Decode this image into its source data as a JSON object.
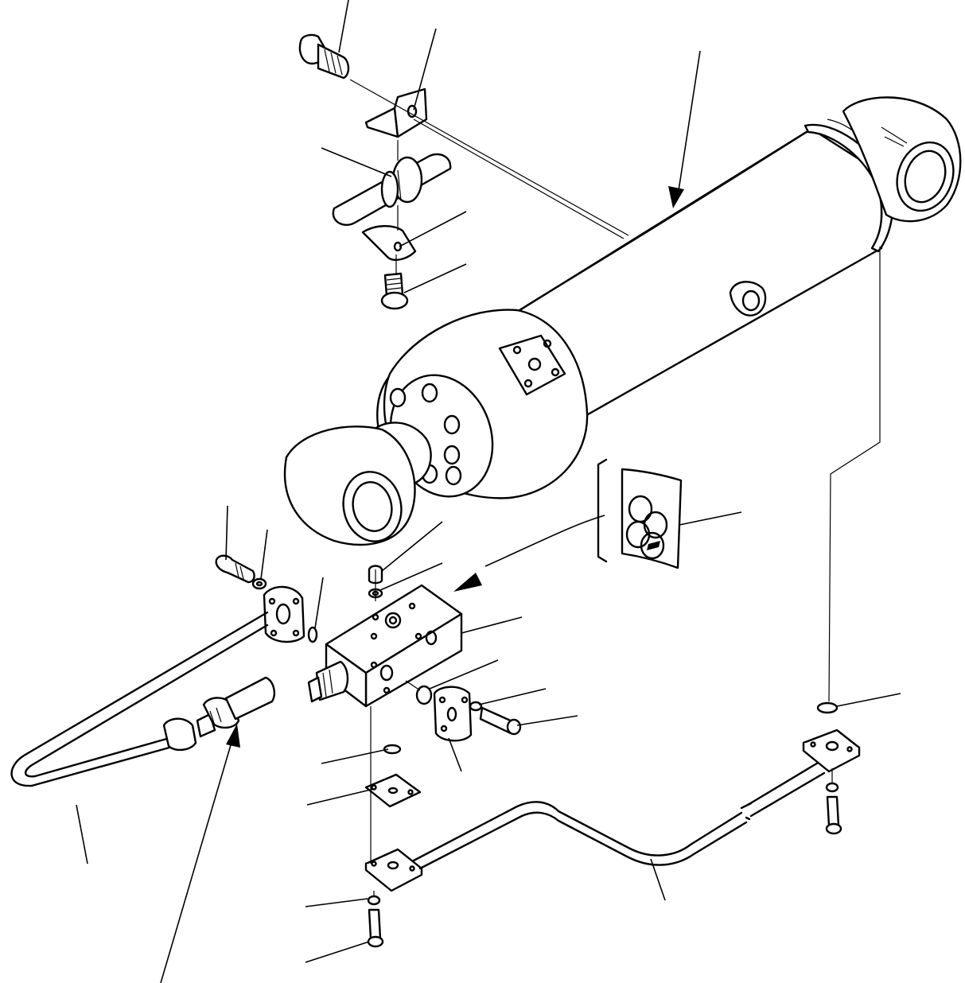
{
  "drawing": {
    "background": "#ffffff",
    "line_color": "#000000",
    "leader_lines": 27,
    "arrows": 3,
    "components": [
      "hydraulic-cylinder",
      "safety-valve-block",
      "mounting-bracket",
      "hose-clamp",
      "tube-return-loop",
      "tube-long",
      "hose-fitting",
      "seal-kit",
      "flange-halves",
      "bolts",
      "washers",
      "o-rings"
    ]
  }
}
